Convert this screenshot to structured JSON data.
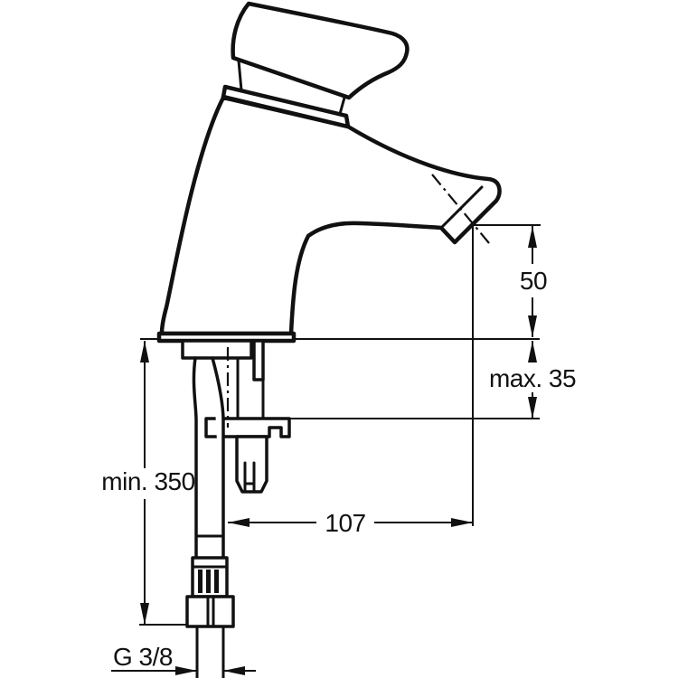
{
  "drawing": {
    "background": "#ffffff",
    "line_color": "#111111",
    "labels": {
      "spout_height": "50",
      "mounting_thickness": "max. 35",
      "hose_length": "min. 350",
      "spout_reach": "107",
      "connection_thread": "G 3/8"
    }
  }
}
